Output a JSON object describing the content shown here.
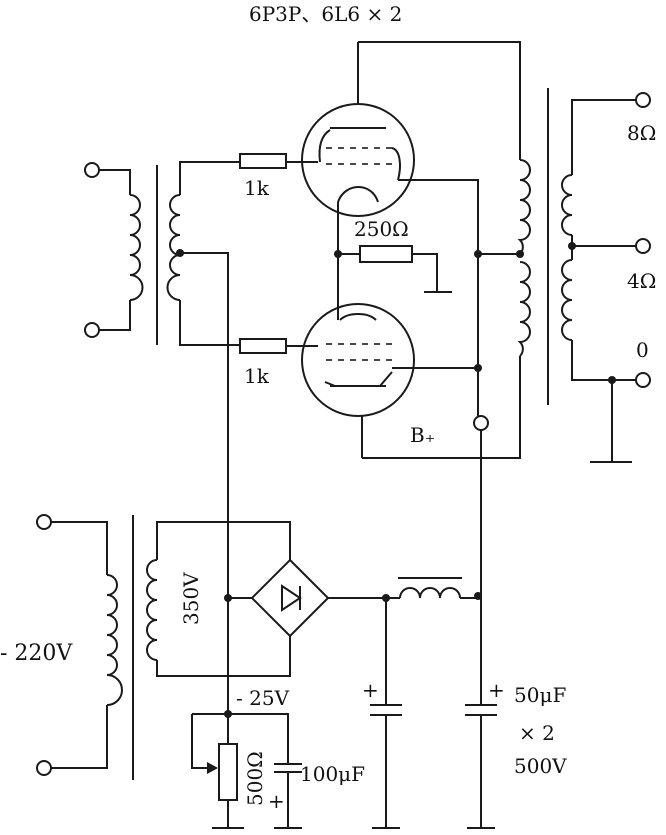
{
  "diagram": {
    "tube_label": "6P3P、6L6 × 2",
    "grid_resistor_top": "1k",
    "grid_resistor_bottom": "1k",
    "cathode_resistor": "250Ω",
    "supply_node": "B₊",
    "out_8": "8Ω",
    "out_4": "4Ω",
    "out_0": "0",
    "mains": "- 220V",
    "secondary": "350V",
    "bias": "- 25V",
    "pot": "500Ω",
    "bias_cap": "100μF",
    "filter_cap_line1": "50μF",
    "filter_cap_line2": "× 2",
    "filter_cap_line3": "500V",
    "plus_left": "+",
    "plus_right": "+",
    "plus_bias": "+"
  }
}
